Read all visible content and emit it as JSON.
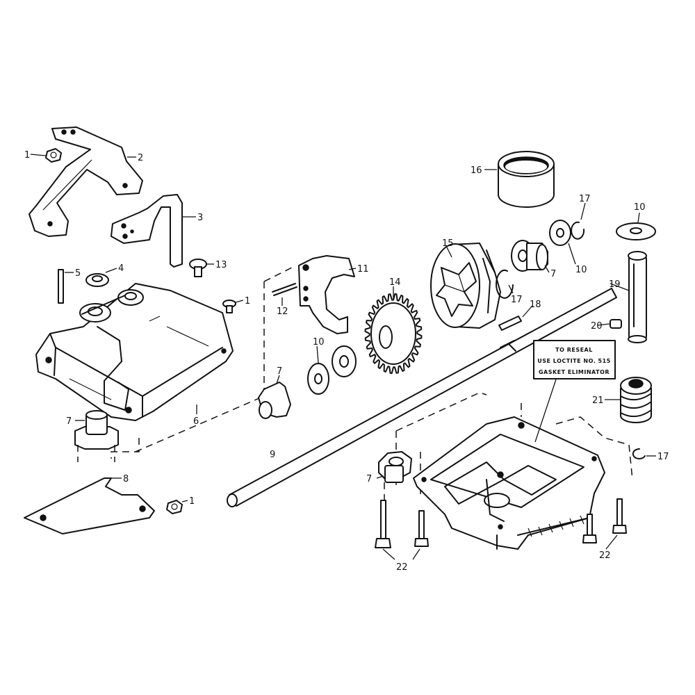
{
  "callouts": {
    "c1a": "1",
    "c2": "2",
    "c3": "3",
    "c5": "5",
    "c4": "4",
    "c13": "13",
    "c1b": "1",
    "c6": "6",
    "c7a": "7",
    "c8": "8",
    "c1c": "1",
    "c12": "12",
    "c11": "11",
    "c10a": "10",
    "c7b": "7",
    "c14": "14",
    "c15": "15",
    "c16": "16",
    "c17a": "17",
    "c10b": "10",
    "c7c": "7",
    "c17b": "17",
    "c10c": "10",
    "c19": "19",
    "c18": "18",
    "c20": "20",
    "c21": "21",
    "c17c": "17",
    "c9": "9",
    "c7d": "7",
    "c22a": "22",
    "c22b": "22"
  },
  "note": {
    "line1": "TO RESEAL",
    "line2": "USE LOCTITE NO. 515",
    "line3": "GASKET ELIMINATOR"
  }
}
